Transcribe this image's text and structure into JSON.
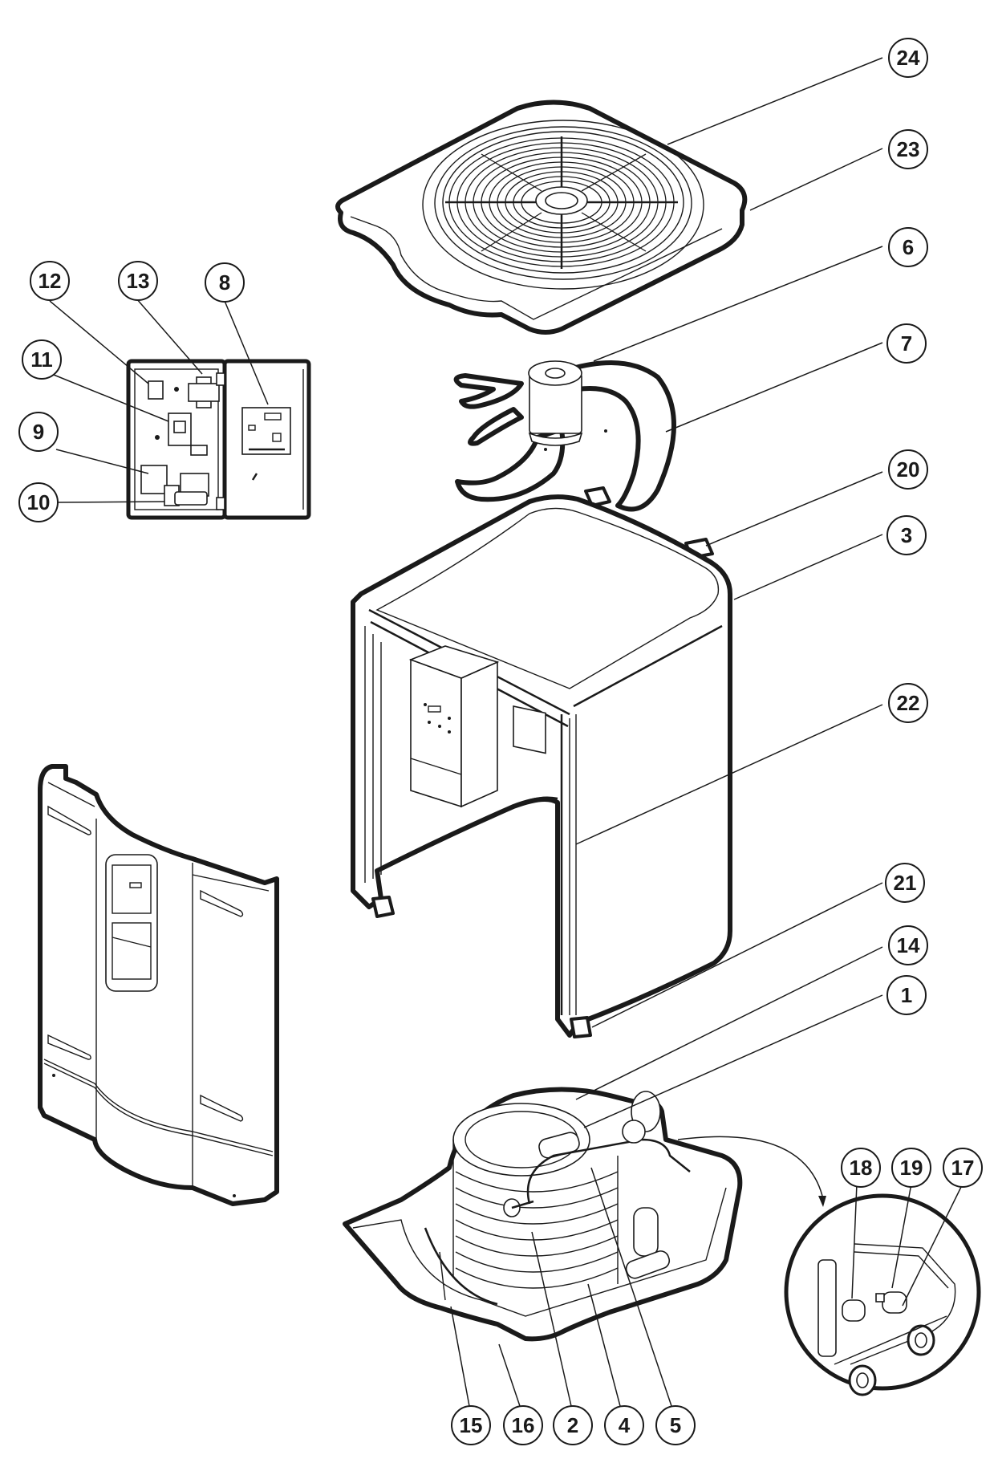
{
  "diagram": {
    "type": "exploded-parts-view",
    "subject": "heat pump unit",
    "colors": {
      "ink": "#1a1a1a",
      "paper": "#ffffff"
    },
    "callouts": [
      {
        "id": "c24",
        "label": "24",
        "part": "top-panel-edge"
      },
      {
        "id": "c23",
        "label": "23",
        "part": "top-panel"
      },
      {
        "id": "c6",
        "label": "6",
        "part": "fan-motor"
      },
      {
        "id": "c7",
        "label": "7",
        "part": "fan-blade"
      },
      {
        "id": "c20",
        "label": "20",
        "part": "upper-bracket"
      },
      {
        "id": "c3",
        "label": "3",
        "part": "evaporator-coil-cabinet"
      },
      {
        "id": "c22",
        "label": "22",
        "part": "side-frame-rail"
      },
      {
        "id": "c21",
        "label": "21",
        "part": "lower-bracket"
      },
      {
        "id": "c14",
        "label": "14",
        "part": "compressor-top-sensor"
      },
      {
        "id": "c1",
        "label": "1",
        "part": "compressor"
      },
      {
        "id": "c12",
        "label": "12",
        "part": "control-relay"
      },
      {
        "id": "c13",
        "label": "13",
        "part": "transformer"
      },
      {
        "id": "c8",
        "label": "8",
        "part": "control-board"
      },
      {
        "id": "c11",
        "label": "11",
        "part": "contactor"
      },
      {
        "id": "c9",
        "label": "9",
        "part": "capacitor"
      },
      {
        "id": "c10",
        "label": "10",
        "part": "terminal-block"
      },
      {
        "id": "c15",
        "label": "15",
        "part": "refrigerant-valve"
      },
      {
        "id": "c16",
        "label": "16",
        "part": "drain-tube"
      },
      {
        "id": "c2",
        "label": "2",
        "part": "service-valve"
      },
      {
        "id": "c4",
        "label": "4",
        "part": "heat-exchanger"
      },
      {
        "id": "c5",
        "label": "5",
        "part": "filter-drier"
      },
      {
        "id": "c18",
        "label": "18",
        "part": "water-inlet"
      },
      {
        "id": "c19",
        "label": "19",
        "part": "water-pressure-switch"
      },
      {
        "id": "c17",
        "label": "17",
        "part": "water-outlet"
      }
    ]
  }
}
